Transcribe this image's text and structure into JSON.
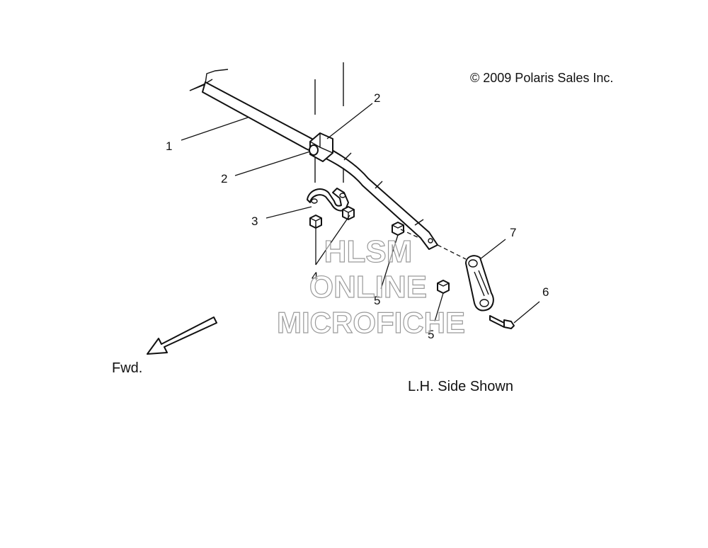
{
  "copyright": "© 2009 Polaris Sales Inc.",
  "caption": "L.H. Side Shown",
  "direction_label": "Fwd.",
  "callouts": {
    "c1": "1",
    "c2a": "2",
    "c2b": "2",
    "c3": "3",
    "c4": "4",
    "c5a": "5",
    "c5b": "5",
    "c6": "6",
    "c7": "7"
  },
  "watermark": {
    "line1": "HLSM",
    "line2": "ONLINE",
    "line3": "MICROFICHE"
  }
}
